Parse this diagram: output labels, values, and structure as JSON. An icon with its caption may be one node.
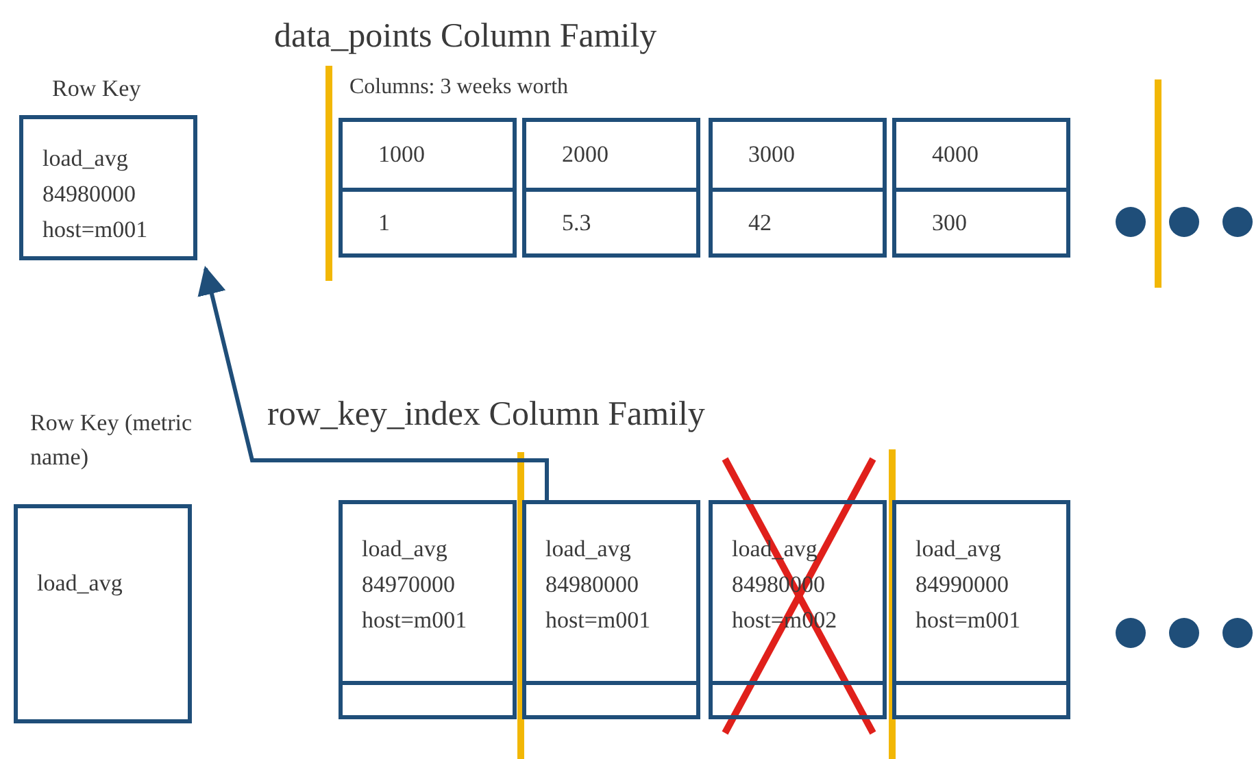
{
  "diagram": {
    "nodes": [
      {
        "text": [
          "load_avg 84980000 host=m001"
        ]
      },
      {
        "text": [
          "1000",
          "1"
        ]
      },
      {
        "text": [
          "2000",
          "5.3"
        ]
      },
      {
        "text": [
          "3000",
          "42"
        ]
      },
      {
        "text": [
          "4000",
          "300"
        ]
      },
      {
        "text": [
          "load_avg"
        ]
      },
      {
        "text": [
          "load_avg 84970000 host=m001"
        ]
      },
      {
        "text": [
          "load_avg 84980000 host=m001"
        ]
      },
      {
        "text": [
          "load_avg 84980000 host=m002"
        ]
      },
      {
        "text": [
          "load_avg 84990000 host=m001"
        ]
      }
    ],
    "edges": [
      {
        "from": 7,
        "to": 0,
        "arrow": "to"
      }
    ],
    "labels": [
      "data_points Column Family",
      "Row Key",
      "Columns: 3 weeks worth",
      "Row Key (metric name)",
      "row_key_index Column Family"
    ]
  }
}
